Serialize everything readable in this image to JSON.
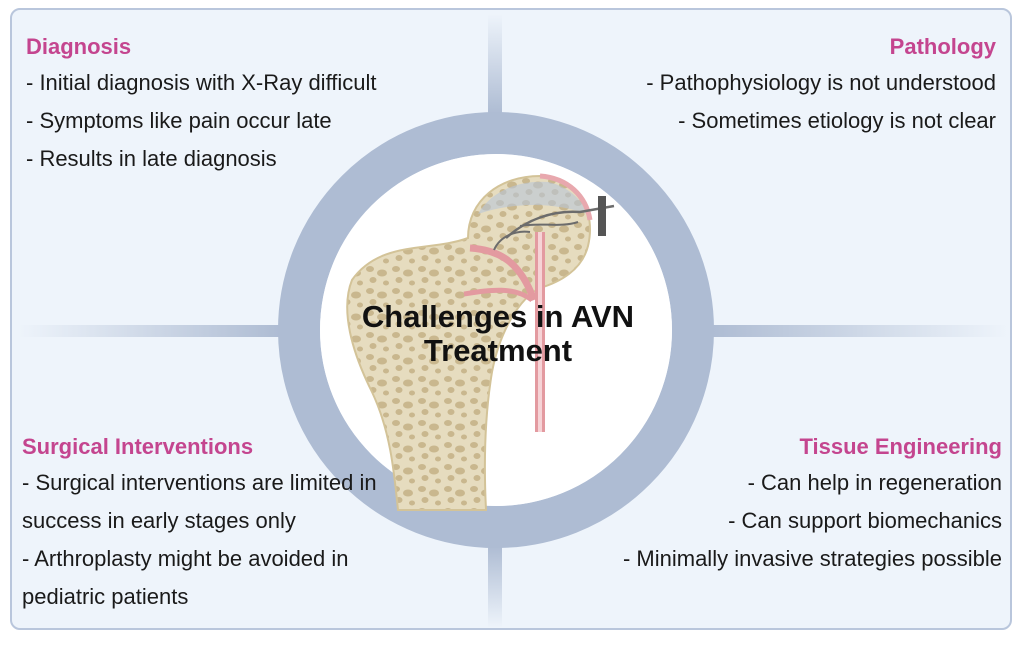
{
  "center_title_line1": "Challenges in AVN",
  "center_title_line2": "Treatment",
  "diagnosis": {
    "title": "Diagnosis",
    "items": [
      "- Initial diagnosis with X-Ray difficult",
      "- Symptoms like pain occur late",
      "- Results in late diagnosis"
    ]
  },
  "pathology": {
    "title": "Pathology",
    "items": [
      "- Pathophysiology is not understood",
      "- Sometimes etiology is not clear"
    ]
  },
  "surgical": {
    "title": "Surgical Interventions",
    "items": [
      "- Surgical interventions are limited in",
      "success in early stages only",
      "- Arthroplasty might be avoided in",
      "pediatric patients"
    ]
  },
  "tissue": {
    "title": "Tissue Engineering",
    "items": [
      "- Can help in regeneration",
      "- Can support biomechanics",
      "- Minimally invasive strategies possible"
    ]
  },
  "colors": {
    "heading": "#c4458f",
    "ring": "#aebcd3",
    "panel": "#eef4fb",
    "bone": "#e2d6b6",
    "vessel": "#e39aa0"
  },
  "icons": [
    "femur-bone-icon",
    "blood-vessel-icon",
    "ring-icon"
  ]
}
